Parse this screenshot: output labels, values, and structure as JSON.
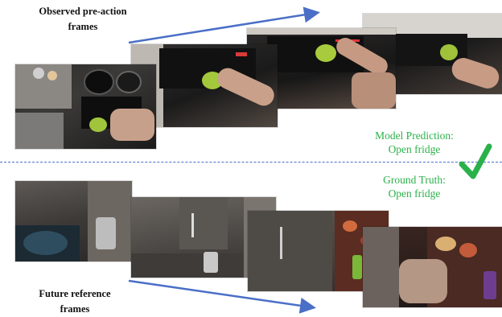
{
  "observed": {
    "line1": "Observed pre-action",
    "line2": "frames"
  },
  "future": {
    "line1": "Future reference",
    "line2": "frames"
  },
  "prediction": {
    "line1": "Model Prediction:",
    "line2": "Open fridge"
  },
  "ground_truth": {
    "line1": "Ground Truth:",
    "line2": "Open fridge"
  },
  "icons": {
    "check": "check-mark-icon"
  },
  "colors": {
    "arrow": "#4a6fc7",
    "divider": "#4a6fc7",
    "green": "#2bb14a"
  }
}
